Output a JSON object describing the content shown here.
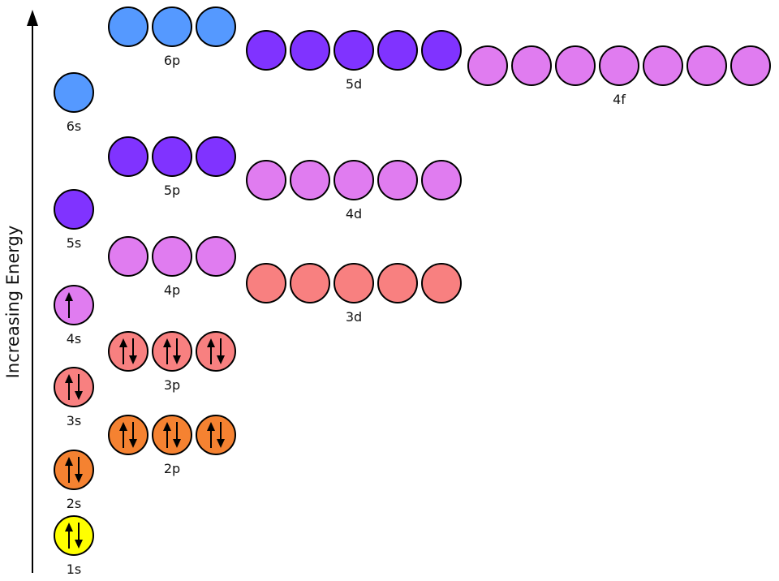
{
  "axis": {
    "label": "Increasing Energy"
  },
  "colors": {
    "1s": "#ffff00",
    "2s": "#f58231",
    "3s": "#f88080",
    "4s": "#e07cf0",
    "5s": "#8033ff",
    "6s": "#5599ff"
  },
  "subshells": [
    {
      "label": "1s",
      "orbitals": 1,
      "electrons": 2,
      "color": "#ffff00"
    },
    {
      "label": "2s",
      "orbitals": 1,
      "electrons": 2,
      "color": "#f58231"
    },
    {
      "label": "2p",
      "orbitals": 3,
      "electrons": 6,
      "color": "#f58231"
    },
    {
      "label": "3s",
      "orbitals": 1,
      "electrons": 2,
      "color": "#f88080"
    },
    {
      "label": "3p",
      "orbitals": 3,
      "electrons": 6,
      "color": "#f88080"
    },
    {
      "label": "3d",
      "orbitals": 5,
      "electrons": 0,
      "color": "#f88080"
    },
    {
      "label": "4s",
      "orbitals": 1,
      "electrons": 1,
      "color": "#e07cf0"
    },
    {
      "label": "4p",
      "orbitals": 3,
      "electrons": 0,
      "color": "#e07cf0"
    },
    {
      "label": "4d",
      "orbitals": 5,
      "electrons": 0,
      "color": "#e07cf0"
    },
    {
      "label": "4f",
      "orbitals": 7,
      "electrons": 0,
      "color": "#e07cf0"
    },
    {
      "label": "5s",
      "orbitals": 1,
      "electrons": 0,
      "color": "#8033ff"
    },
    {
      "label": "5p",
      "orbitals": 3,
      "electrons": 0,
      "color": "#8033ff"
    },
    {
      "label": "5d",
      "orbitals": 5,
      "electrons": 0,
      "color": "#8033ff"
    },
    {
      "label": "6s",
      "orbitals": 1,
      "electrons": 0,
      "color": "#5599ff"
    },
    {
      "label": "6p",
      "orbitals": 3,
      "electrons": 0,
      "color": "#5599ff"
    }
  ]
}
